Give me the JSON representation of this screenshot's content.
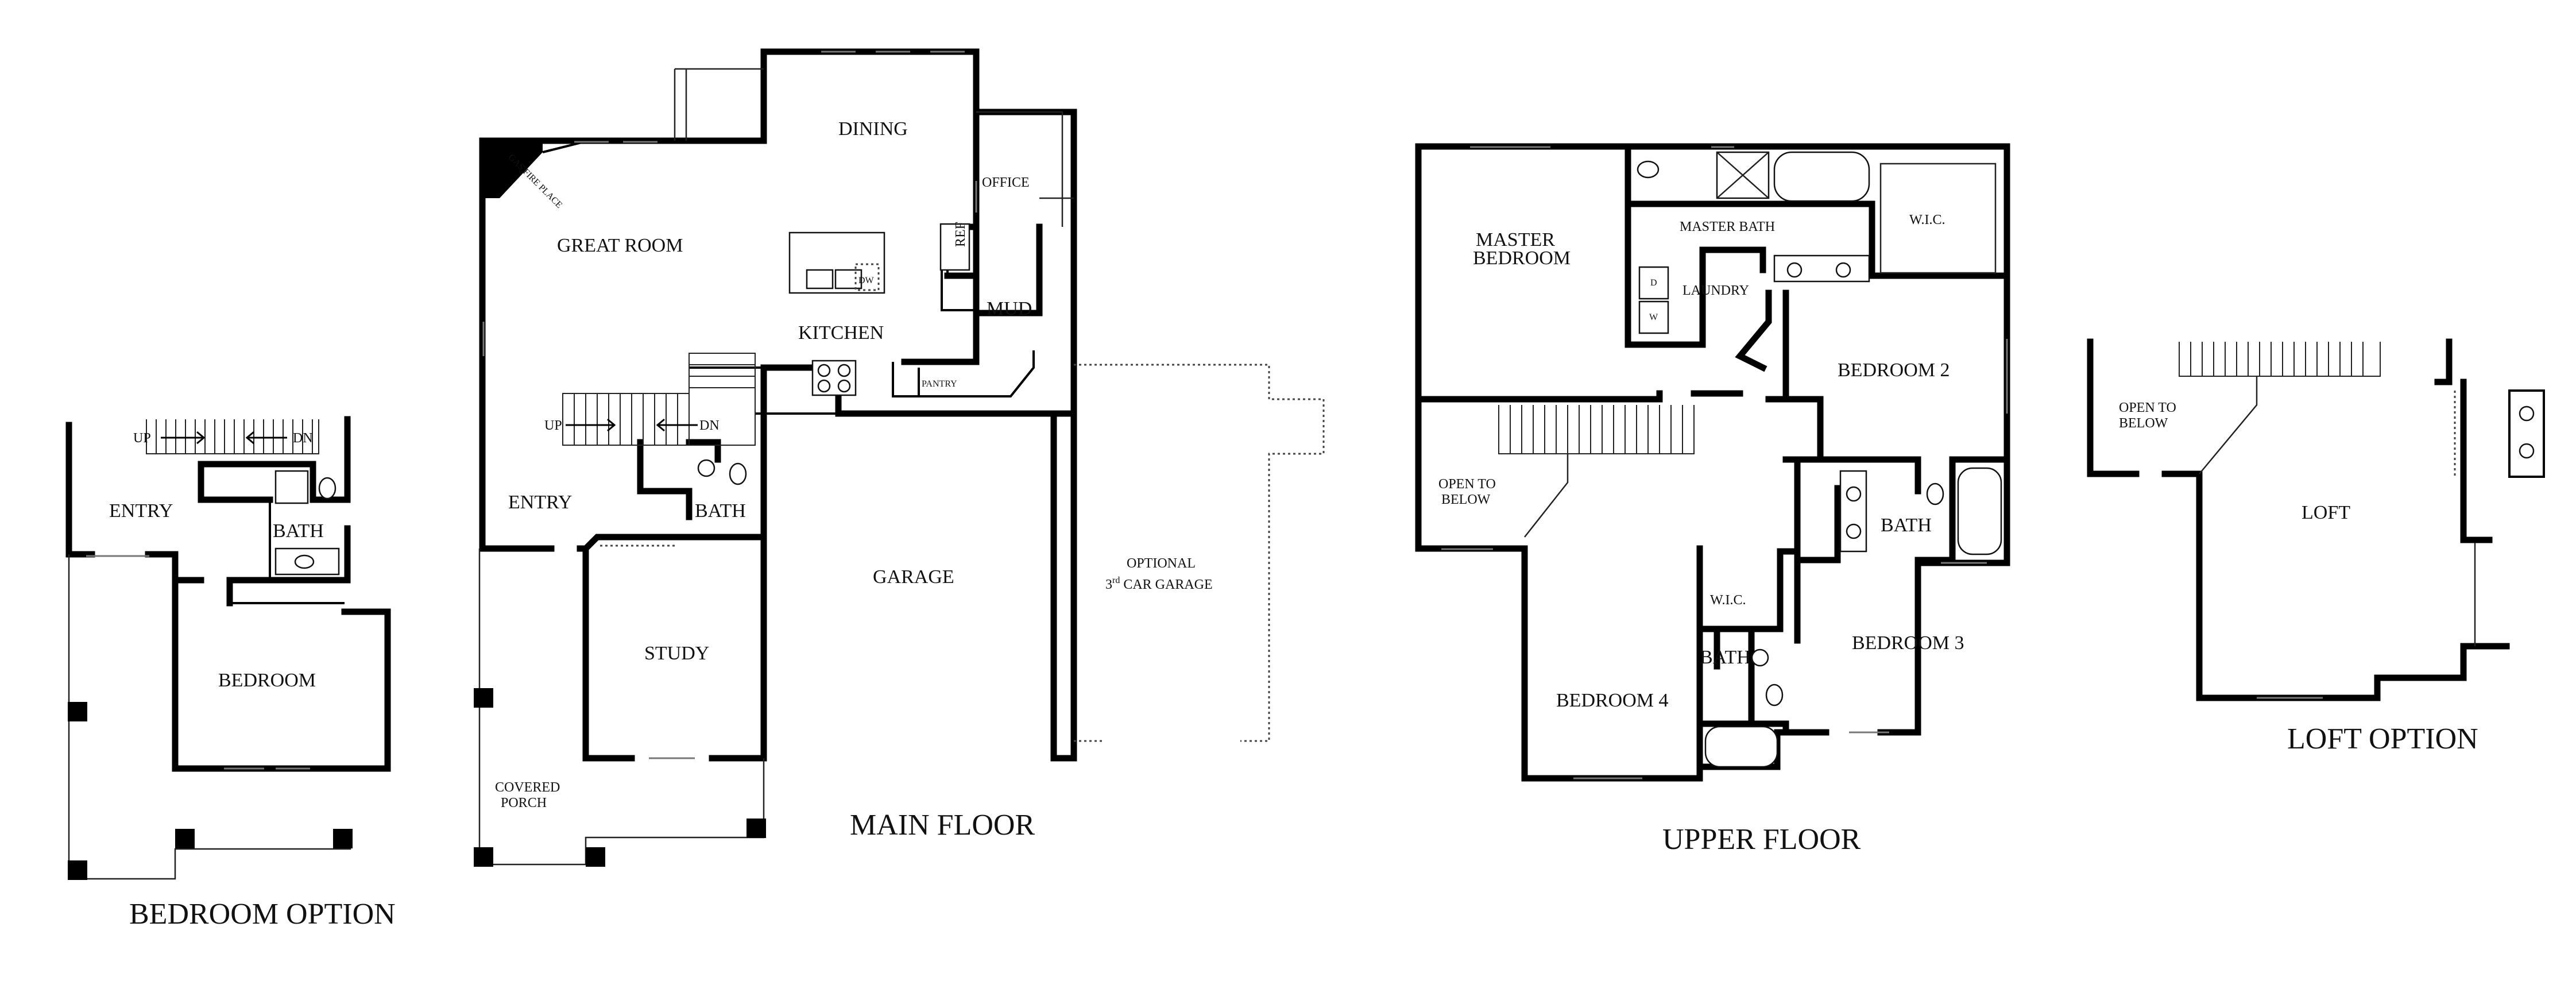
{
  "bedroom_option": {
    "title": "BEDROOM OPTION",
    "labels": {
      "entry": "ENTRY",
      "bath": "BATH",
      "bedroom": "BEDROOM",
      "up": "UP",
      "dn": "DN"
    }
  },
  "main_floor": {
    "title": "MAIN FLOOR",
    "labels": {
      "dining": "DINING",
      "office": "OFFICE",
      "great_room": "GREAT ROOM",
      "gas_fireplace": "GAS FIRE PLACE",
      "kitchen": "KITCHEN",
      "ref": "REF",
      "dw": "DW",
      "mud": "MUD",
      "pantry": "PANTRY",
      "entry": "ENTRY",
      "bath": "BATH",
      "garage": "GARAGE",
      "study": "STUDY",
      "covered_porch_1": "COVERED",
      "covered_porch_2": "PORCH",
      "optional_1": "OPTIONAL",
      "optional_2a": "3",
      "optional_2sup": "rd",
      "optional_2b": " CAR GARAGE",
      "up": "UP",
      "dn": "DN"
    }
  },
  "upper_floor": {
    "title": "UPPER FLOOR",
    "labels": {
      "master_bedroom_1": "MASTER",
      "master_bedroom_2": "BEDROOM",
      "master_bath": "MASTER BATH",
      "wic": "W.I.C.",
      "laundry": "LAUNDRY",
      "d": "D",
      "w": "W",
      "bedroom2": "BEDROOM 2",
      "open_below_1": "OPEN TO",
      "open_below_2": "BELOW",
      "bath": "BATH",
      "wic2": "W.I.C.",
      "bath2": "BATH",
      "bedroom3": "BEDROOM 3",
      "bedroom4": "BEDROOM 4"
    }
  },
  "loft_option": {
    "title": "LOFT OPTION",
    "labels": {
      "open_below_1": "OPEN TO",
      "open_below_2": "BELOW",
      "loft": "LOFT"
    }
  }
}
